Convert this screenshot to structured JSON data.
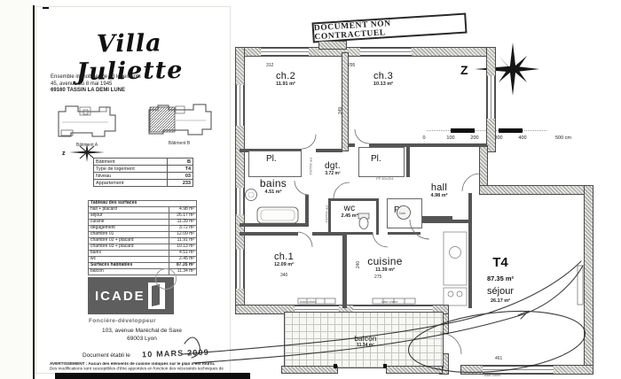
{
  "stamp": {
    "text": "DOCUMENT NON CONTRACTUEL"
  },
  "panel": {
    "title": "Villa Juliette",
    "subtitle_lines": [
      "Ensemble immobilier de 33 logements",
      "45, avenue du 8 mai 1945",
      "69160 TASSIN LA DEMI LUNE"
    ],
    "buildings": {
      "a": "Bâtiment A",
      "b": "Bâtiment B",
      "compass": "z"
    },
    "info_table": {
      "rows": [
        [
          "Bâtiment",
          "B"
        ],
        [
          "Type de logement",
          "T4"
        ],
        [
          "Niveau",
          "03"
        ],
        [
          "Appartement",
          "233"
        ]
      ]
    },
    "surface_table": {
      "header": "Tableau des surfaces",
      "rows": [
        [
          "hall + placard",
          "4.98 m²"
        ],
        [
          "séjour",
          "26.17 m²"
        ],
        [
          "cuisine",
          "11.39 m²"
        ],
        [
          "dégagement",
          "3.72 m²"
        ],
        [
          "chambre 01",
          "12.09 m²"
        ],
        [
          "chambre 02 + placard",
          "11.91 m²"
        ],
        [
          "chambre 03 + placard",
          "10.13 m²"
        ],
        [
          "bains",
          "4.51 m²"
        ],
        [
          "wc",
          "2.45 m²"
        ],
        [
          "Surfaces habitables",
          "87.35 m²"
        ],
        [
          "balcon",
          "11.34 m²"
        ]
      ]
    },
    "logo": {
      "name": "ICADE",
      "tagline": "Foncière-développeur"
    },
    "office_address": [
      "103, avenue Maréchal de Saxe",
      "69003 Lyon"
    ],
    "established": {
      "label": "Document établi le",
      "date": "10 MARS 2009"
    },
    "warning_lines": [
      "AVERTISSEMENT : Aucun des éléments de cuisine indiqués sur le plan n'est fourni.",
      "Des modifications sont susceptibles d'être apportées en fonction des nécessités techniques de"
    ]
  },
  "plan": {
    "north": "Z",
    "scale_ticks": [
      "0",
      "100",
      "200",
      "300",
      "400",
      "500 cm"
    ],
    "unit": {
      "type": "T4",
      "area": "87.35 m²"
    },
    "rooms": {
      "ch2": {
        "name": "ch.2",
        "area": "11.91 m²"
      },
      "ch3": {
        "name": "ch.3",
        "area": "10.13 m²"
      },
      "dgt": {
        "name": "dgt.",
        "area": "3.72 m²"
      },
      "hall": {
        "name": "hall",
        "area": "4.98 m²"
      },
      "bains": {
        "name": "bains",
        "area": "4.51 m²"
      },
      "wc": {
        "name": "wc",
        "area": "2.45 m²"
      },
      "ch1": {
        "name": "ch.1",
        "area": "12.09 m²"
      },
      "cuisine": {
        "name": "cuisine",
        "area": "11.39 m²"
      },
      "sejour": {
        "name": "séjour",
        "area": "26.17 m²"
      },
      "balcon": {
        "name": "balcon",
        "area": "11.34 m²"
      },
      "placard": "Pl."
    },
    "dims": {
      "ch2_width": "312",
      "ch3_width": "295",
      "core": "349",
      "ch1_width": "340",
      "cuisine_width": "275",
      "cuisine_depth": "240",
      "sejour_width": "461"
    },
    "labels": {
      "door": "PP 80x204",
      "bay": "baie vitrée",
      "heater": "Cum"
    }
  }
}
